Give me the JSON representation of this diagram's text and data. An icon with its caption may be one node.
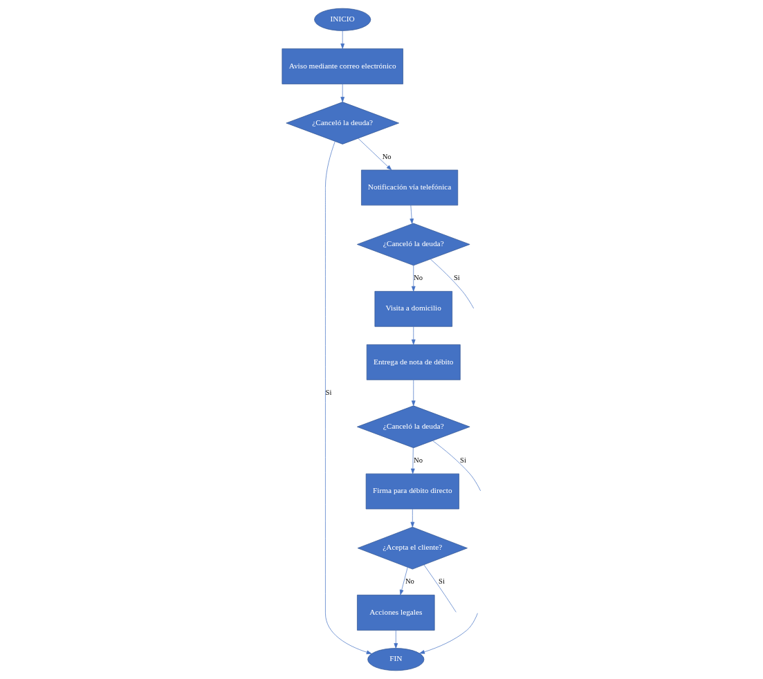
{
  "diagram": {
    "nodes": [
      {
        "text": [
          "INICIO"
        ]
      },
      {
        "text": [
          "FIN"
        ]
      },
      {
        "text": [
          "Aviso mediante correo electrónico"
        ]
      },
      {
        "text": [
          "¿Canceló la deuda?"
        ]
      },
      {
        "text": [
          "Acciones legales"
        ]
      },
      {
        "text": [
          "¿Acepta el cliente?"
        ]
      },
      {
        "text": [
          "Notificación vía telefónica"
        ]
      },
      {
        "text": [
          "Firma para débito directo"
        ]
      },
      {
        "text": [
          "Entrega de nota de débito"
        ]
      },
      {
        "text": [
          "¿Canceló la deuda?"
        ]
      },
      {
        "text": [
          "¿Canceló la deuda?"
        ]
      },
      {
        "text": [
          "Visita a domicilio"
        ]
      }
    ],
    "edges": [
      {
        "from": 0,
        "to": 2,
        "arrow": "to"
      },
      {
        "from": 2,
        "to": 3,
        "arrow": "to"
      },
      {
        "from": 3,
        "to": 1,
        "arrow": "to",
        "label": "Si"
      },
      {
        "from": 3,
        "to": 6,
        "arrow": "to",
        "label": "No"
      },
      {
        "from": 6,
        "to": 10,
        "arrow": "to"
      },
      {
        "from": 10,
        "to": 11,
        "arrow": "to",
        "label": "No"
      },
      {
        "from": 10,
        "to": null,
        "arrow": "none",
        "label": "Si"
      },
      {
        "from": 11,
        "to": 8,
        "arrow": "to"
      },
      {
        "from": 8,
        "to": 9,
        "arrow": "to"
      },
      {
        "from": 9,
        "to": 7,
        "arrow": "to",
        "label": "No"
      },
      {
        "from": 9,
        "to": null,
        "arrow": "none",
        "label": "Si"
      },
      {
        "from": 7,
        "to": 5,
        "arrow": "to"
      },
      {
        "from": 5,
        "to": 4,
        "arrow": "to",
        "label": "No"
      },
      {
        "from": 5,
        "to": null,
        "arrow": "none",
        "label": "Si"
      },
      {
        "from": null,
        "to": 1,
        "arrow": "to"
      },
      {
        "from": 4,
        "to": 1,
        "arrow": "to"
      }
    ]
  }
}
